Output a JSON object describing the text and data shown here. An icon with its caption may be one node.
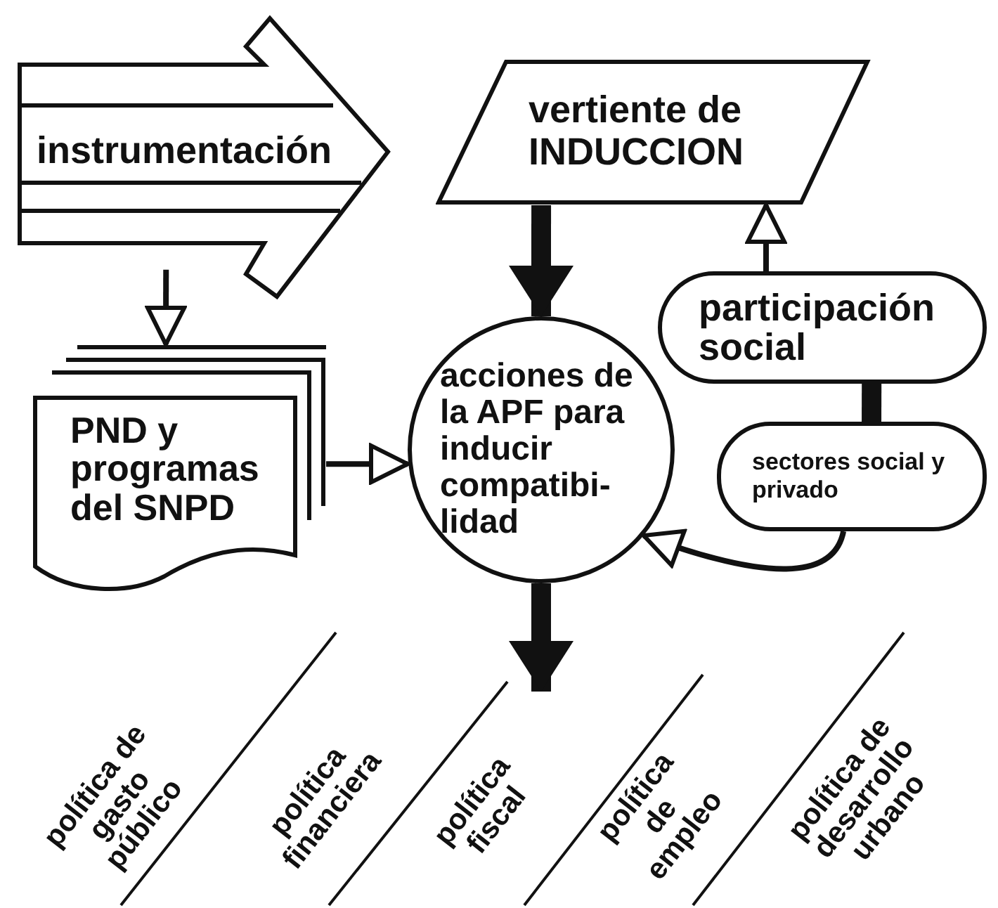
{
  "diagram": {
    "nodes": [
      {
        "text": [
          "instrumentación"
        ]
      },
      {
        "text": [
          "vertiente de INDUCCION"
        ]
      },
      {
        "text": [
          "PND y programas del SNPD"
        ]
      },
      {
        "text": [
          "acciones de la APF para inducir compatibi- lidad"
        ]
      },
      {
        "text": [
          "participación social"
        ]
      },
      {
        "text": [
          "sectores social y privado"
        ]
      }
    ],
    "edges": [
      {
        "from": 0,
        "to": 2,
        "arrow": "to"
      },
      {
        "from": 1,
        "to": 3,
        "arrow": "to",
        "style": "thick"
      },
      {
        "from": 2,
        "to": 3,
        "arrow": "to"
      },
      {
        "from": 4,
        "to": 1,
        "arrow": "to"
      },
      {
        "from": 5,
        "to": 4,
        "arrow": "none",
        "style": "thick"
      },
      {
        "from": 5,
        "to": 3,
        "arrow": "to"
      },
      {
        "from": 3,
        "to": null,
        "arrow": "to",
        "style": "thick"
      }
    ],
    "labels": [
      "política de gasto público",
      "política financiera",
      "política fiscal",
      "política de empleo",
      "política de desarrollo urbano"
    ]
  }
}
